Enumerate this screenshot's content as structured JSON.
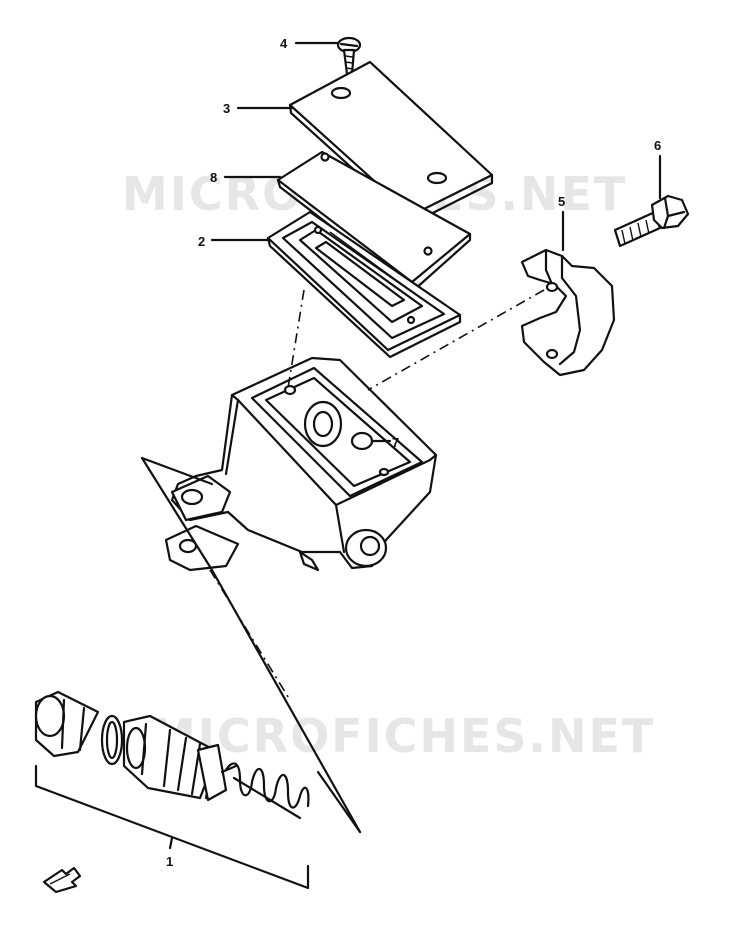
{
  "watermark": {
    "text": "MICROFICHES.NET",
    "color": "#e6e6e6"
  },
  "callouts": [
    {
      "id": "4",
      "label": "4"
    },
    {
      "id": "3",
      "label": "3"
    },
    {
      "id": "8",
      "label": "8"
    },
    {
      "id": "2",
      "label": "2"
    },
    {
      "id": "6",
      "label": "6"
    },
    {
      "id": "5",
      "label": "5"
    },
    {
      "id": "7",
      "label": "7"
    },
    {
      "id": "1",
      "label": "1"
    }
  ],
  "colors": {
    "ink": "#111111",
    "background": "#ffffff"
  }
}
